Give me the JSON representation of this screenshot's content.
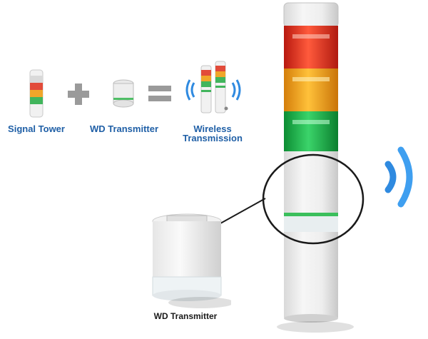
{
  "diagram": {
    "items": [
      {
        "label": "Signal Tower",
        "icon": "signal-tower-icon"
      },
      {
        "label": "WD Transmitter",
        "icon": "wd-transmitter-icon"
      },
      {
        "label_line1": "Wireless",
        "label_line2": "Transmission",
        "icon": "wireless-towers-icon"
      }
    ],
    "operators": [
      "plus-icon",
      "equals-icon"
    ]
  },
  "product": {
    "transmitter_label": "WD Transmitter"
  },
  "colors": {
    "caption": "#1f5fa6",
    "operator": "#9a9a9a",
    "red": "#e53a28",
    "amber": "#f3a41a",
    "green": "#1db24a",
    "wireless": "#2f8ae0"
  }
}
